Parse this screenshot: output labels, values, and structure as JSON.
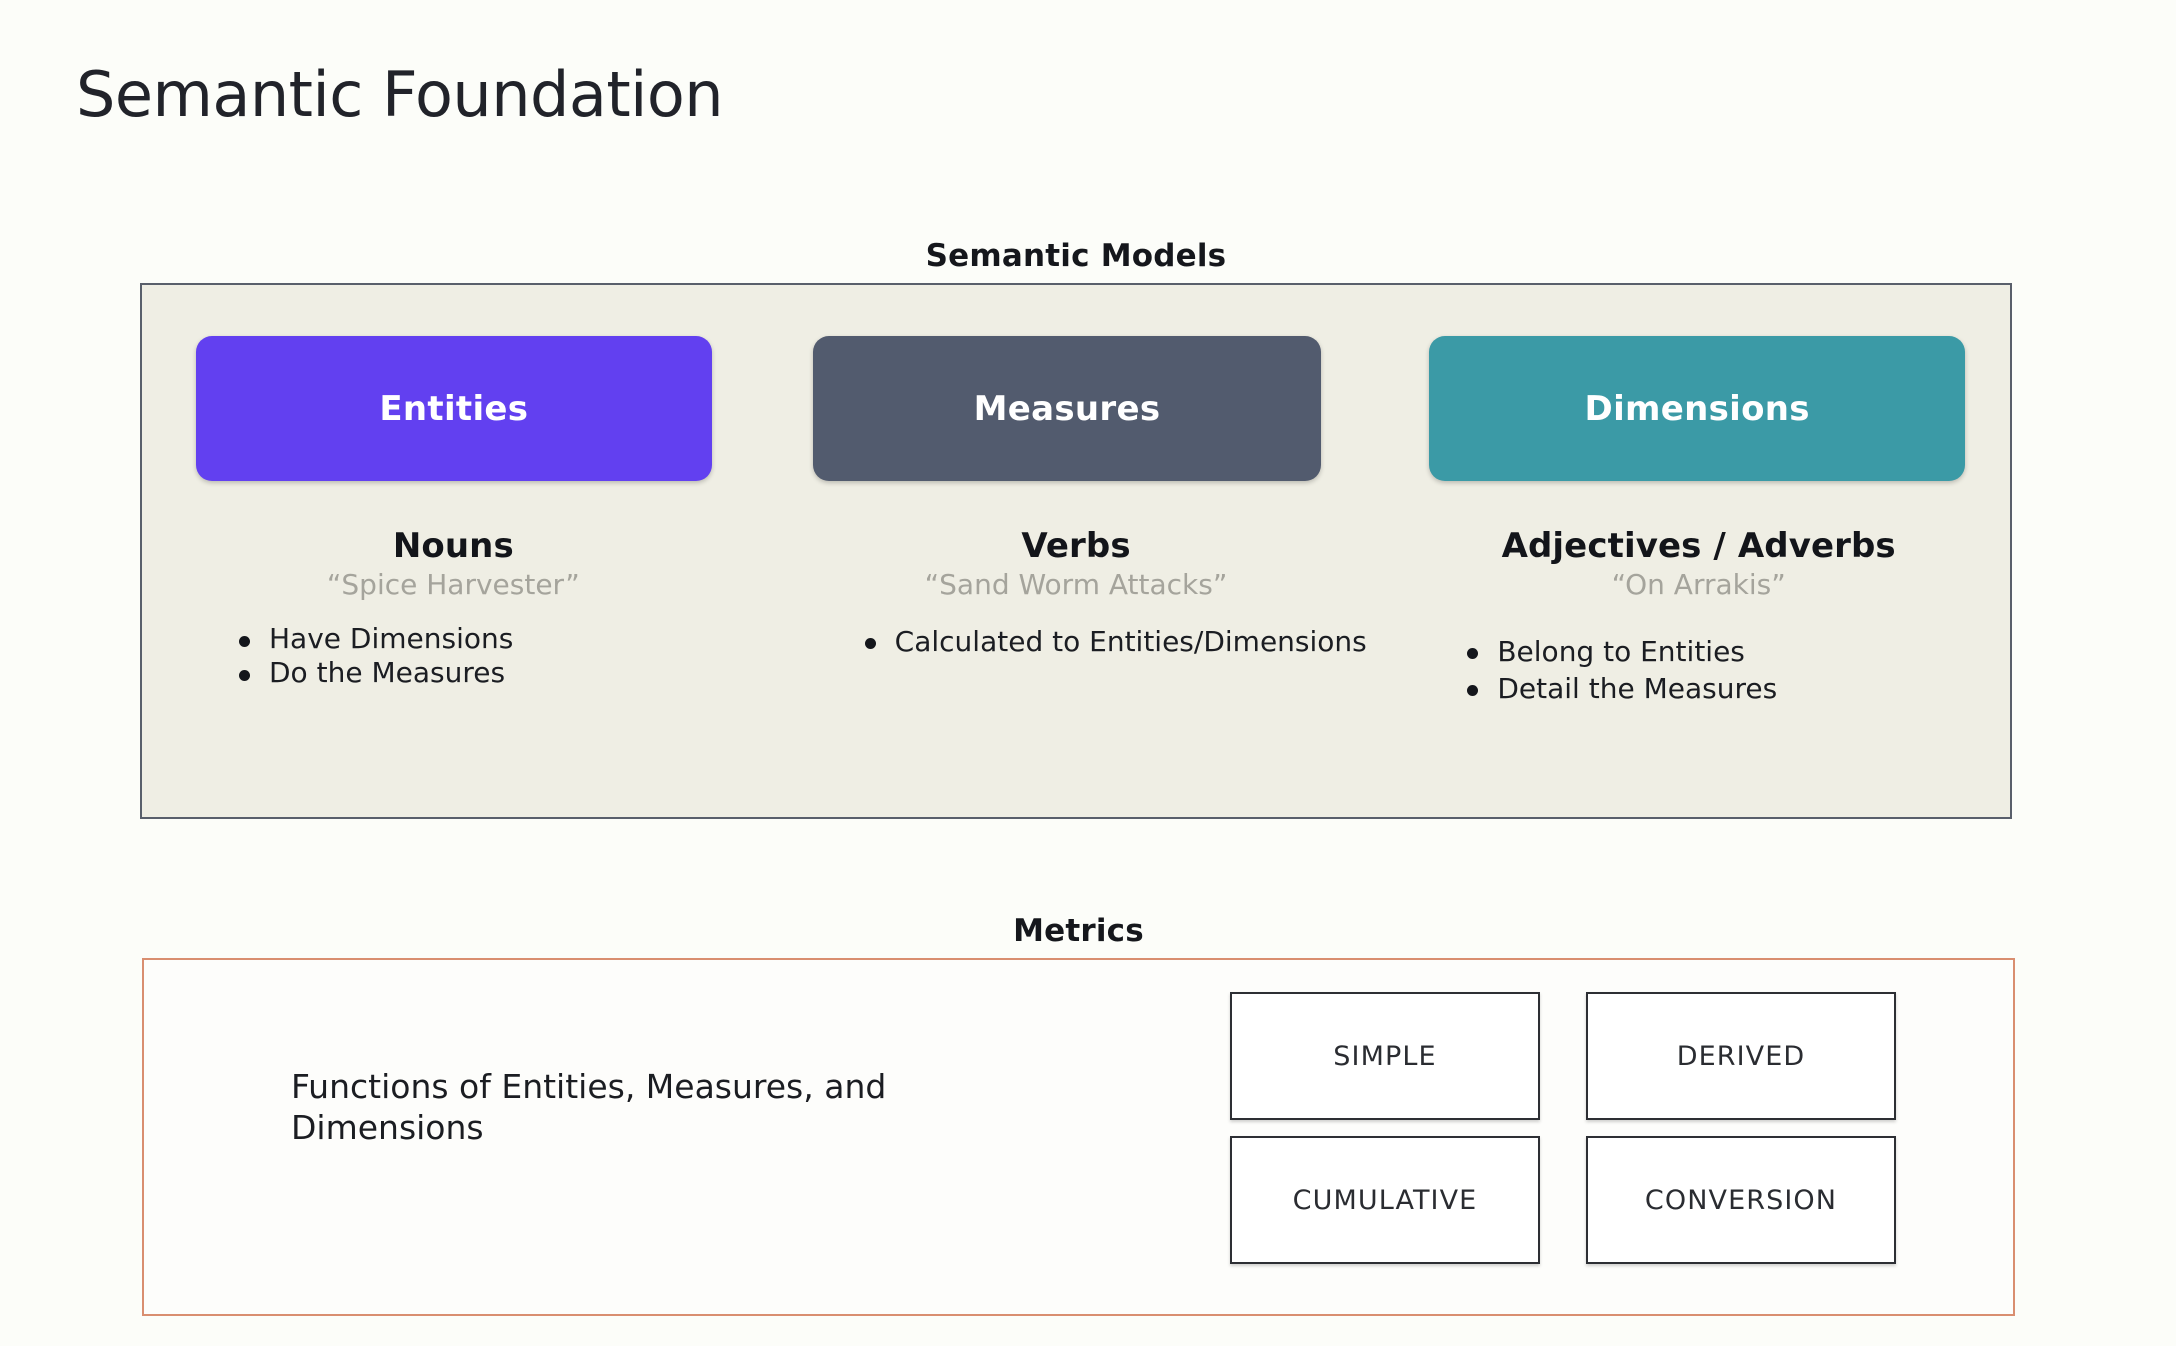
{
  "page": {
    "title": "Semantic Foundation",
    "background_color": "#fcfdf9"
  },
  "semantic_models": {
    "heading": "Semantic Models",
    "panel_fill": "#efeee4",
    "panel_border": "#595f6b",
    "columns": [
      {
        "pill_label": "Entities",
        "pill_color": "#6240f0",
        "part_of_speech": "Nouns",
        "example": "“Spice Harvester”",
        "bullets": [
          "Have Dimensions",
          "Do the Measures"
        ]
      },
      {
        "pill_label": "Measures",
        "pill_color": "#525b6e",
        "part_of_speech": "Verbs",
        "example": "“Sand Worm Attacks”",
        "bullets": [
          "Calculated to Entities/Dimensions"
        ]
      },
      {
        "pill_label": "Dimensions",
        "pill_color": "#3b9aa6",
        "part_of_speech": "Adjectives / Adverbs",
        "example": "“On Arrakis”",
        "bullets": [
          "Belong to Entities",
          "Detail the Measures"
        ]
      }
    ]
  },
  "metrics": {
    "heading": "Metrics",
    "panel_border": "#d98e70",
    "description": "Functions of Entities, Measures, and Dimensions",
    "cards": [
      "SIMPLE",
      "DERIVED",
      "CUMULATIVE",
      "CONVERSION"
    ]
  }
}
